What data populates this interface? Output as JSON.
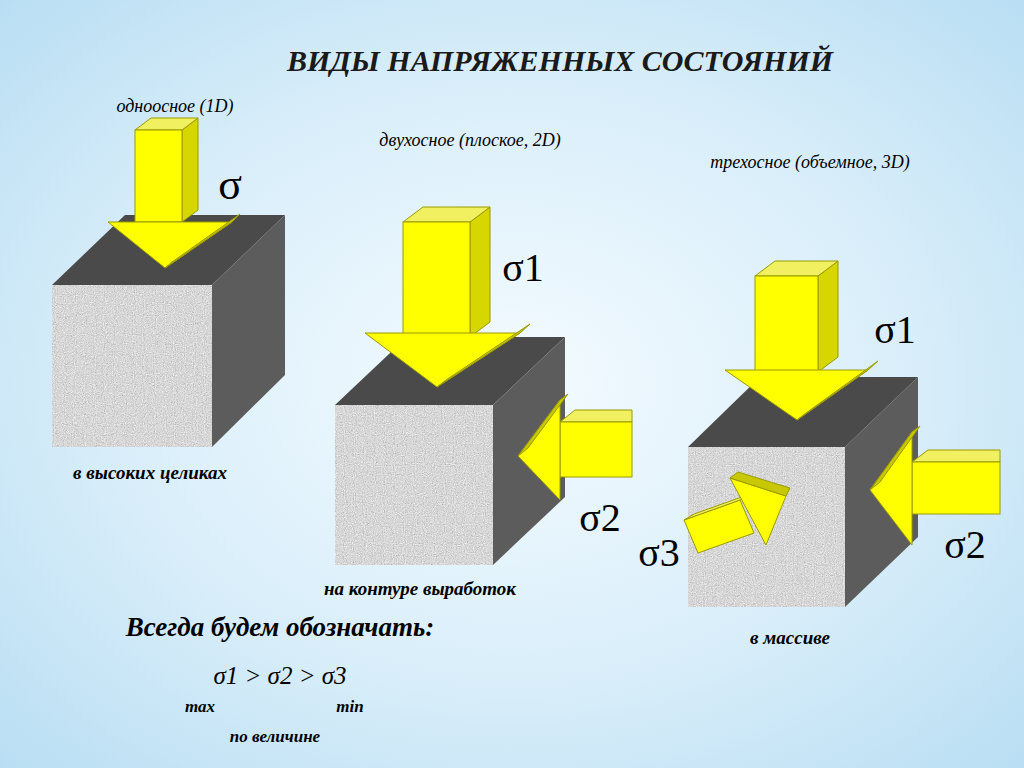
{
  "diagram": {
    "title": "ВИДЫ НАПРЯЖЕННЫХ СОСТОЯНИЙ",
    "labels": [
      "одноосное (1D)",
      "σ",
      "в высоких целиках",
      "двухосное (плоское, 2D)",
      "σ1",
      "σ2",
      "на контуре выработок",
      "трехосное (объемное, 3D)",
      "σ1",
      "σ2",
      "σ3",
      "в массиве",
      "Всегда будем обозначать:",
      "σ1 > σ2 > σ3",
      "max",
      "min",
      "по величине"
    ]
  }
}
